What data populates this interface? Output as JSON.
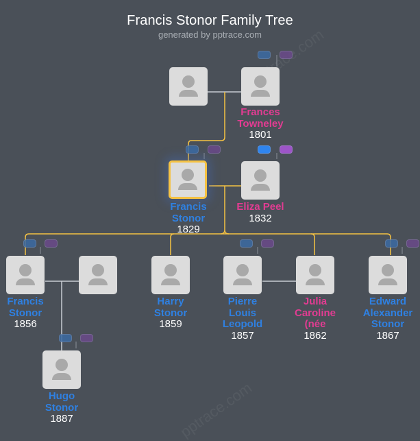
{
  "header": {
    "title": "Francis Stonor Family Tree",
    "subtitle": "generated by pptrace.com"
  },
  "watermark": "pptrace.com",
  "colors": {
    "background": "#4a5058",
    "male_name": "#2f80e1",
    "female_name": "#e23c92",
    "descent_line": "#f5c243",
    "spouse_line": "#c8ccd2",
    "focus_border": "#f5c243",
    "card_bg": "#dcdcdc"
  },
  "people": {
    "gp_father": {
      "name": "",
      "year": "",
      "gender": "unknown"
    },
    "gp_mother": {
      "name": "Frances Towneley",
      "name_lines": [
        "Frances",
        "Towneley"
      ],
      "year": "1801",
      "gender": "female"
    },
    "focus": {
      "name": "Francis Stonor",
      "name_lines": [
        "Francis",
        "Stonor"
      ],
      "year": "1829",
      "gender": "male"
    },
    "spouse": {
      "name": "Eliza Peel",
      "name_lines": [
        "Eliza Peel"
      ],
      "year": "1832",
      "gender": "female"
    },
    "child1": {
      "name": "Francis Stonor",
      "name_lines": [
        "Francis",
        "Stonor"
      ],
      "year": "1856",
      "gender": "male"
    },
    "child1_spouse": {
      "name": "",
      "year": "",
      "gender": "unknown"
    },
    "child2": {
      "name": "Harry Stonor",
      "name_lines": [
        "Harry",
        "Stonor"
      ],
      "year": "1859",
      "gender": "male"
    },
    "child3_spouse": {
      "name": "Pierre Louis Leopold",
      "name_lines": [
        "Pierre",
        "Louis",
        "Leopold"
      ],
      "year": "1857",
      "gender": "male"
    },
    "child3": {
      "name": "Julia Caroline (née",
      "name_lines": [
        "Julia",
        "Caroline",
        "(née"
      ],
      "year": "1862",
      "gender": "female"
    },
    "child4": {
      "name": "Edward Alexander Stonor",
      "name_lines": [
        "Edward",
        "Alexander",
        "Stonor"
      ],
      "year": "1867",
      "gender": "male"
    },
    "grandchild1": {
      "name": "Hugo Stonor",
      "name_lines": [
        "Hugo",
        "Stonor"
      ],
      "year": "1887",
      "gender": "male"
    }
  },
  "expand_buttons": {
    "father_label": "expand-father",
    "mother_label": "expand-mother"
  }
}
